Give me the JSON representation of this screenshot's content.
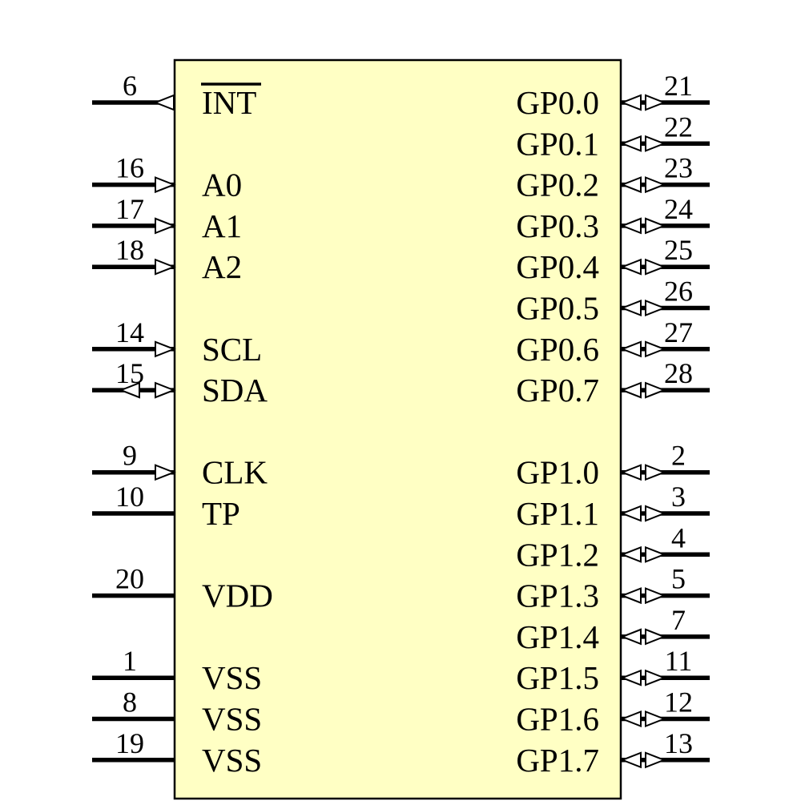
{
  "diagram": {
    "kind": "ic-schematic-symbol",
    "colors": {
      "body_fill": "#ffffc4",
      "outline": "#000000",
      "wire": "#000000",
      "arrow_fill": "#ffffff",
      "background": "#ffffff"
    },
    "left_pins": [
      {
        "number": "6",
        "label": "INT",
        "overline": true,
        "row": 0,
        "arrow": "out"
      },
      {
        "number": "16",
        "label": "A0",
        "overline": false,
        "row": 2,
        "arrow": "in"
      },
      {
        "number": "17",
        "label": "A1",
        "overline": false,
        "row": 3,
        "arrow": "in"
      },
      {
        "number": "18",
        "label": "A2",
        "overline": false,
        "row": 4,
        "arrow": "in"
      },
      {
        "number": "14",
        "label": "SCL",
        "overline": false,
        "row": 6,
        "arrow": "in"
      },
      {
        "number": "15",
        "label": "SDA",
        "overline": false,
        "row": 7,
        "arrow": "bidir"
      },
      {
        "number": "9",
        "label": "CLK",
        "overline": false,
        "row": 9,
        "arrow": "in"
      },
      {
        "number": "10",
        "label": "TP",
        "overline": false,
        "row": 10,
        "arrow": "none"
      },
      {
        "number": "20",
        "label": "VDD",
        "overline": false,
        "row": 12,
        "arrow": "none"
      },
      {
        "number": "1",
        "label": "VSS",
        "overline": false,
        "row": 14,
        "arrow": "none"
      },
      {
        "number": "8",
        "label": "VSS",
        "overline": false,
        "row": 15,
        "arrow": "none"
      },
      {
        "number": "19",
        "label": "VSS",
        "overline": false,
        "row": 16,
        "arrow": "none"
      }
    ],
    "right_pins": [
      {
        "number": "21",
        "label": "GP0.0",
        "row": 0,
        "arrow": "bidir"
      },
      {
        "number": "22",
        "label": "GP0.1",
        "row": 1,
        "arrow": "bidir"
      },
      {
        "number": "23",
        "label": "GP0.2",
        "row": 2,
        "arrow": "bidir"
      },
      {
        "number": "24",
        "label": "GP0.3",
        "row": 3,
        "arrow": "bidir"
      },
      {
        "number": "25",
        "label": "GP0.4",
        "row": 4,
        "arrow": "bidir"
      },
      {
        "number": "26",
        "label": "GP0.5",
        "row": 5,
        "arrow": "bidir"
      },
      {
        "number": "27",
        "label": "GP0.6",
        "row": 6,
        "arrow": "bidir"
      },
      {
        "number": "28",
        "label": "GP0.7",
        "row": 7,
        "arrow": "bidir"
      },
      {
        "number": "2",
        "label": "GP1.0",
        "row": 9,
        "arrow": "bidir"
      },
      {
        "number": "3",
        "label": "GP1.1",
        "row": 10,
        "arrow": "bidir"
      },
      {
        "number": "4",
        "label": "GP1.2",
        "row": 11,
        "arrow": "bidir"
      },
      {
        "number": "5",
        "label": "GP1.3",
        "row": 12,
        "arrow": "bidir"
      },
      {
        "number": "7",
        "label": "GP1.4",
        "row": 13,
        "arrow": "bidir"
      },
      {
        "number": "11",
        "label": "GP1.5",
        "row": 14,
        "arrow": "bidir"
      },
      {
        "number": "12",
        "label": "GP1.6",
        "row": 15,
        "arrow": "bidir"
      },
      {
        "number": "13",
        "label": "GP1.7",
        "row": 16,
        "arrow": "bidir"
      }
    ]
  }
}
